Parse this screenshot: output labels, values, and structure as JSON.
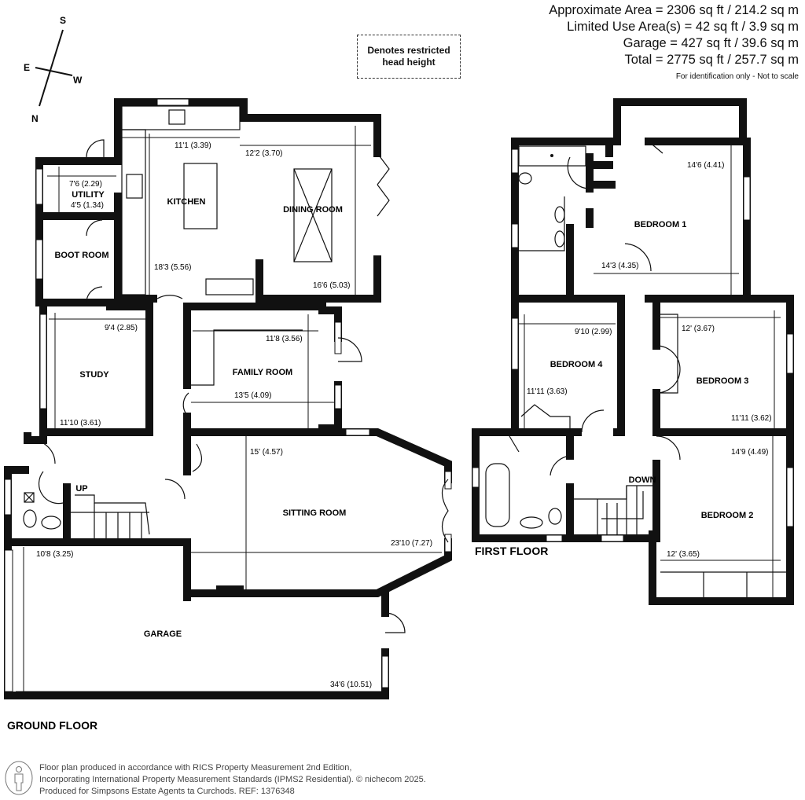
{
  "areas": {
    "approximate": "Approximate Area = 2306 sq ft / 214.2 sq m",
    "limited_use": "Limited Use Area(s) = 42 sq ft / 3.9 sq m",
    "garage": "Garage = 427 sq ft / 39.6 sq m",
    "total": "Total = 2775 sq ft / 257.7 sq m",
    "note": "For identification only - Not to scale"
  },
  "legend": {
    "restricted_line1": "Denotes restricted",
    "restricted_line2": "head height"
  },
  "compass": {
    "s": "S",
    "e": "E",
    "w": "W",
    "n": "N"
  },
  "ground_floor": {
    "label": "GROUND FLOOR",
    "rooms": {
      "kitchen": "KITCHEN",
      "dining": "DINING ROOM",
      "utility": "UTILITY",
      "boot": "BOOT ROOM",
      "study": "STUDY",
      "family": "FAMILY ROOM",
      "sitting": "SITTING ROOM",
      "garage": "GARAGE",
      "up": "UP"
    },
    "dims": {
      "kitchen_w": "11'1 (3.39)",
      "dining_w": "12'2 (3.70)",
      "kitchen_d": "18'3 (5.56)",
      "dining_d": "16'6 (5.03)",
      "utility_w": "7'6 (2.29)",
      "utility_d": "4'5 (1.34)",
      "study_w": "9'4 (2.85)",
      "study_d": "11'10 (3.61)",
      "family_w": "11'8 (3.56)",
      "family_d": "13'5 (4.09)",
      "sitting_d": "15' (4.57)",
      "sitting_w": "23'10 (7.27)",
      "garage_d": "10'8 (3.25)",
      "garage_w": "34'6 (10.51)"
    }
  },
  "first_floor": {
    "label": "FIRST FLOOR",
    "rooms": {
      "bed1": "BEDROOM 1",
      "bed2": "BEDROOM 2",
      "bed3": "BEDROOM 3",
      "bed4": "BEDROOM 4",
      "down": "DOWN"
    },
    "dims": {
      "bed1_d": "14'6 (4.41)",
      "bed1_w": "14'3 (4.35)",
      "bed4_w": "9'10 (2.99)",
      "bed4_d": "11'11 (3.63)",
      "bed3_w": "12' (3.67)",
      "bed3_d": "11'11 (3.62)",
      "bed2_d": "14'9 (4.49)",
      "bed2_w": "12' (3.65)"
    }
  },
  "footer": {
    "line1": "Floor plan produced in accordance with RICS Property Measurement 2nd Edition,",
    "line2": "Incorporating International Property Measurement Standards (IPMS2 Residential).   © nichecom 2025.",
    "line3": "Produced for Simpsons Estate Agents ta Curchods.   REF: 1376348"
  }
}
